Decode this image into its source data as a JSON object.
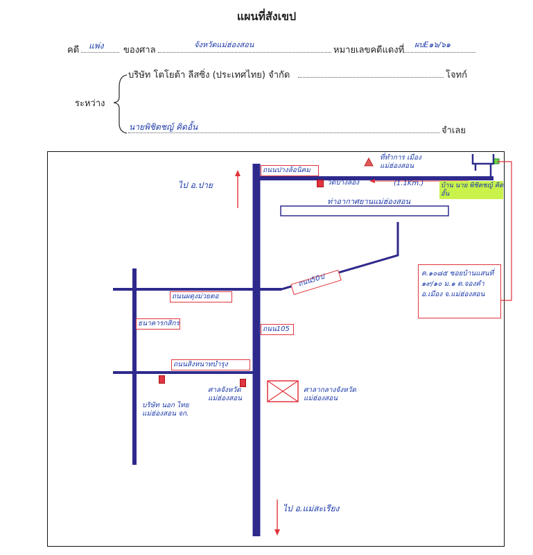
{
  "header": {
    "title": "แผนที่สังเขป",
    "case_label": "คดี",
    "case_type": "แพ่ง",
    "court_label": "ของศาล",
    "court_name": "จังหวัดแม่ฮ่องสอน",
    "red_no_label": "หมายเลขคดีแดงที่",
    "red_no": "ผบE๑๖/๖๑",
    "between_label": "ระหว่าง",
    "plaintiff_name": "บริษัท โตโยต้า ลีสซิ่ง (ประเทศไทย) จำกัด",
    "plaintiff_role": "โจทก์",
    "defendant_name": "นายพิชิตชญ์ คิดอั้น",
    "defendant_role": "จำเลย"
  },
  "map": {
    "labels": {
      "to_pai": "ไป อ.ปาย",
      "to_mae_sariang": "ไป อ.แม่สะเรียง",
      "road_top": "ถนนปางล้อนิคม",
      "wat_pakom": "วัดปางลอง",
      "distance": "(1.1Km.)",
      "municipality": "ที่ทำการ เมือง แม่ฮ่องสอน",
      "airport": "ท่าอากาศยานแม่ฮ่องสอน",
      "road_mid": "ถนนผดุงม่วยตอ",
      "road_diag": "ถนน50ป",
      "road_main": "ถนน105",
      "road_south": "ถนนสิงหนาทบำรุง",
      "store_left": "ธนาคารกสิกร",
      "provincial_court": "ศาลจังหวัดแม่ฮ่องสอน",
      "provincial_hall": "ศาลากลางจังหวัด แม่ฮ่องสอน",
      "toyota_company": "บริษัท นอก ไทย แม่ฮ่องสอน จก.",
      "target_house": "บ้าน นาย พิชิตชญ์ คิดอั้น",
      "address_note": "ค.๑๐๘๕ ซอยบ้านแสนที่ ๑๙/๑๐ ม.๑ ต.จองคำ อ.เมือง จ.แม่ฮ่องสอน"
    },
    "colors": {
      "road": "#2e2a8c",
      "label_box": "#e0333b",
      "ink": "#1c3aa9",
      "highlight": "#c9f24a"
    }
  }
}
